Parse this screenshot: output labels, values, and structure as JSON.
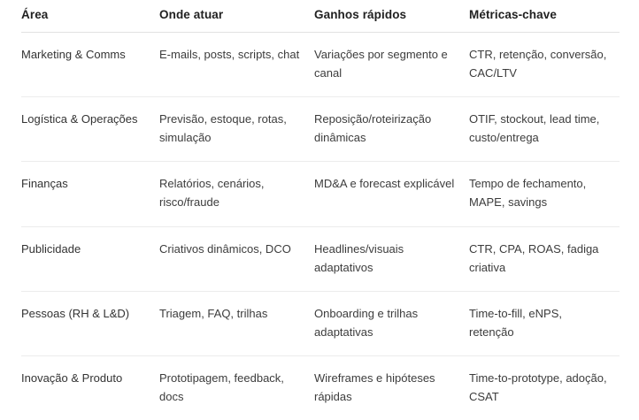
{
  "table": {
    "columns": [
      {
        "key": "area",
        "label": "Área"
      },
      {
        "key": "onde",
        "label": "Onde atuar"
      },
      {
        "key": "ganhos",
        "label": "Ganhos rápidos"
      },
      {
        "key": "metricas",
        "label": "Métricas-chave"
      }
    ],
    "rows": [
      {
        "area": "Marketing & Comms",
        "onde": "E-mails, posts, scripts, chat",
        "ganhos": "Variações por segmento e canal",
        "metricas": "CTR, retenção, conversão, CAC/LTV"
      },
      {
        "area": "Logística & Operações",
        "onde": "Previsão, estoque, rotas, simulação",
        "ganhos": "Reposição/roteirização dinâmicas",
        "metricas": "OTIF, stockout, lead time, custo/entrega"
      },
      {
        "area": "Finanças",
        "onde": "Relatórios, cenários, risco/fraude",
        "ganhos": "MD&A e forecast explicável",
        "metricas": "Tempo de fechamento, MAPE, savings"
      },
      {
        "area": "Publicidade",
        "onde": "Criativos dinâmicos, DCO",
        "ganhos": "Headlines/visuais adaptativos",
        "metricas": "CTR, CPA, ROAS, fadiga criativa"
      },
      {
        "area": "Pessoas (RH & L&D)",
        "onde": "Triagem, FAQ, trilhas",
        "ganhos": "Onboarding e trilhas adaptativas",
        "metricas": "Time-to-fill, eNPS, retenção"
      },
      {
        "area": "Inovação & Produto",
        "onde": "Prototipagem, feedback, docs",
        "ganhos": "Wireframes e hipóteses rápidas",
        "metricas": "Time-to-prototype, adoção, CSAT"
      }
    ]
  },
  "style": {
    "header_text_color": "#212121",
    "body_text_color": "#3c3c3c",
    "divider_color": "#ececec",
    "header_divider_color": "#e2e2e2",
    "background_color": "#ffffff"
  }
}
